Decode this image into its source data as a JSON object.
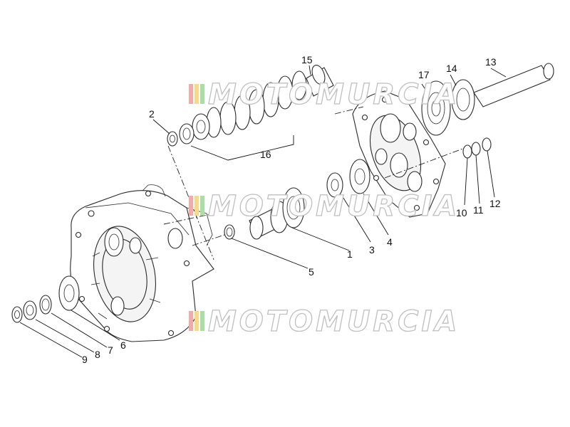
{
  "diagram": {
    "part_numbers": [
      "1",
      "2",
      "3",
      "4",
      "5",
      "6",
      "7",
      "8",
      "9",
      "10",
      "11",
      "12",
      "13",
      "14",
      "15",
      "16",
      "17"
    ]
  },
  "watermark": {
    "text": "MOTOMURCIA",
    "stripe_colors": [
      "#f5a9a9",
      "#f7d98a",
      "#a9dfa4"
    ]
  },
  "colors": {
    "line": "#2a2a2a",
    "background": "#ffffff"
  }
}
